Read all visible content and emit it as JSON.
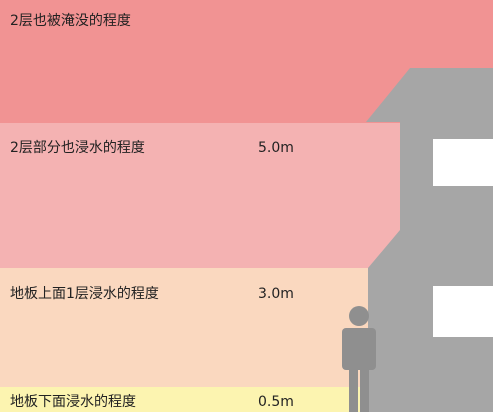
{
  "bands": [
    {
      "id": "level4",
      "label": "2层也被淹没的程度",
      "depth": "",
      "color": "#f19393"
    },
    {
      "id": "level3",
      "label": "2层部分也浸水的程度",
      "depth": "5.0m",
      "color": "#f4b2b2"
    },
    {
      "id": "level2",
      "label": "地板上面1层浸水的程度",
      "depth": "3.0m",
      "color": "#fad8bf"
    },
    {
      "id": "level1",
      "label": "地板下面浸水的程度",
      "depth": "0.5m",
      "color": "#fcf4b0"
    }
  ],
  "house_color": "#a6a6a6",
  "window_color": "#ffffff",
  "person_color": "#8f8f8f"
}
